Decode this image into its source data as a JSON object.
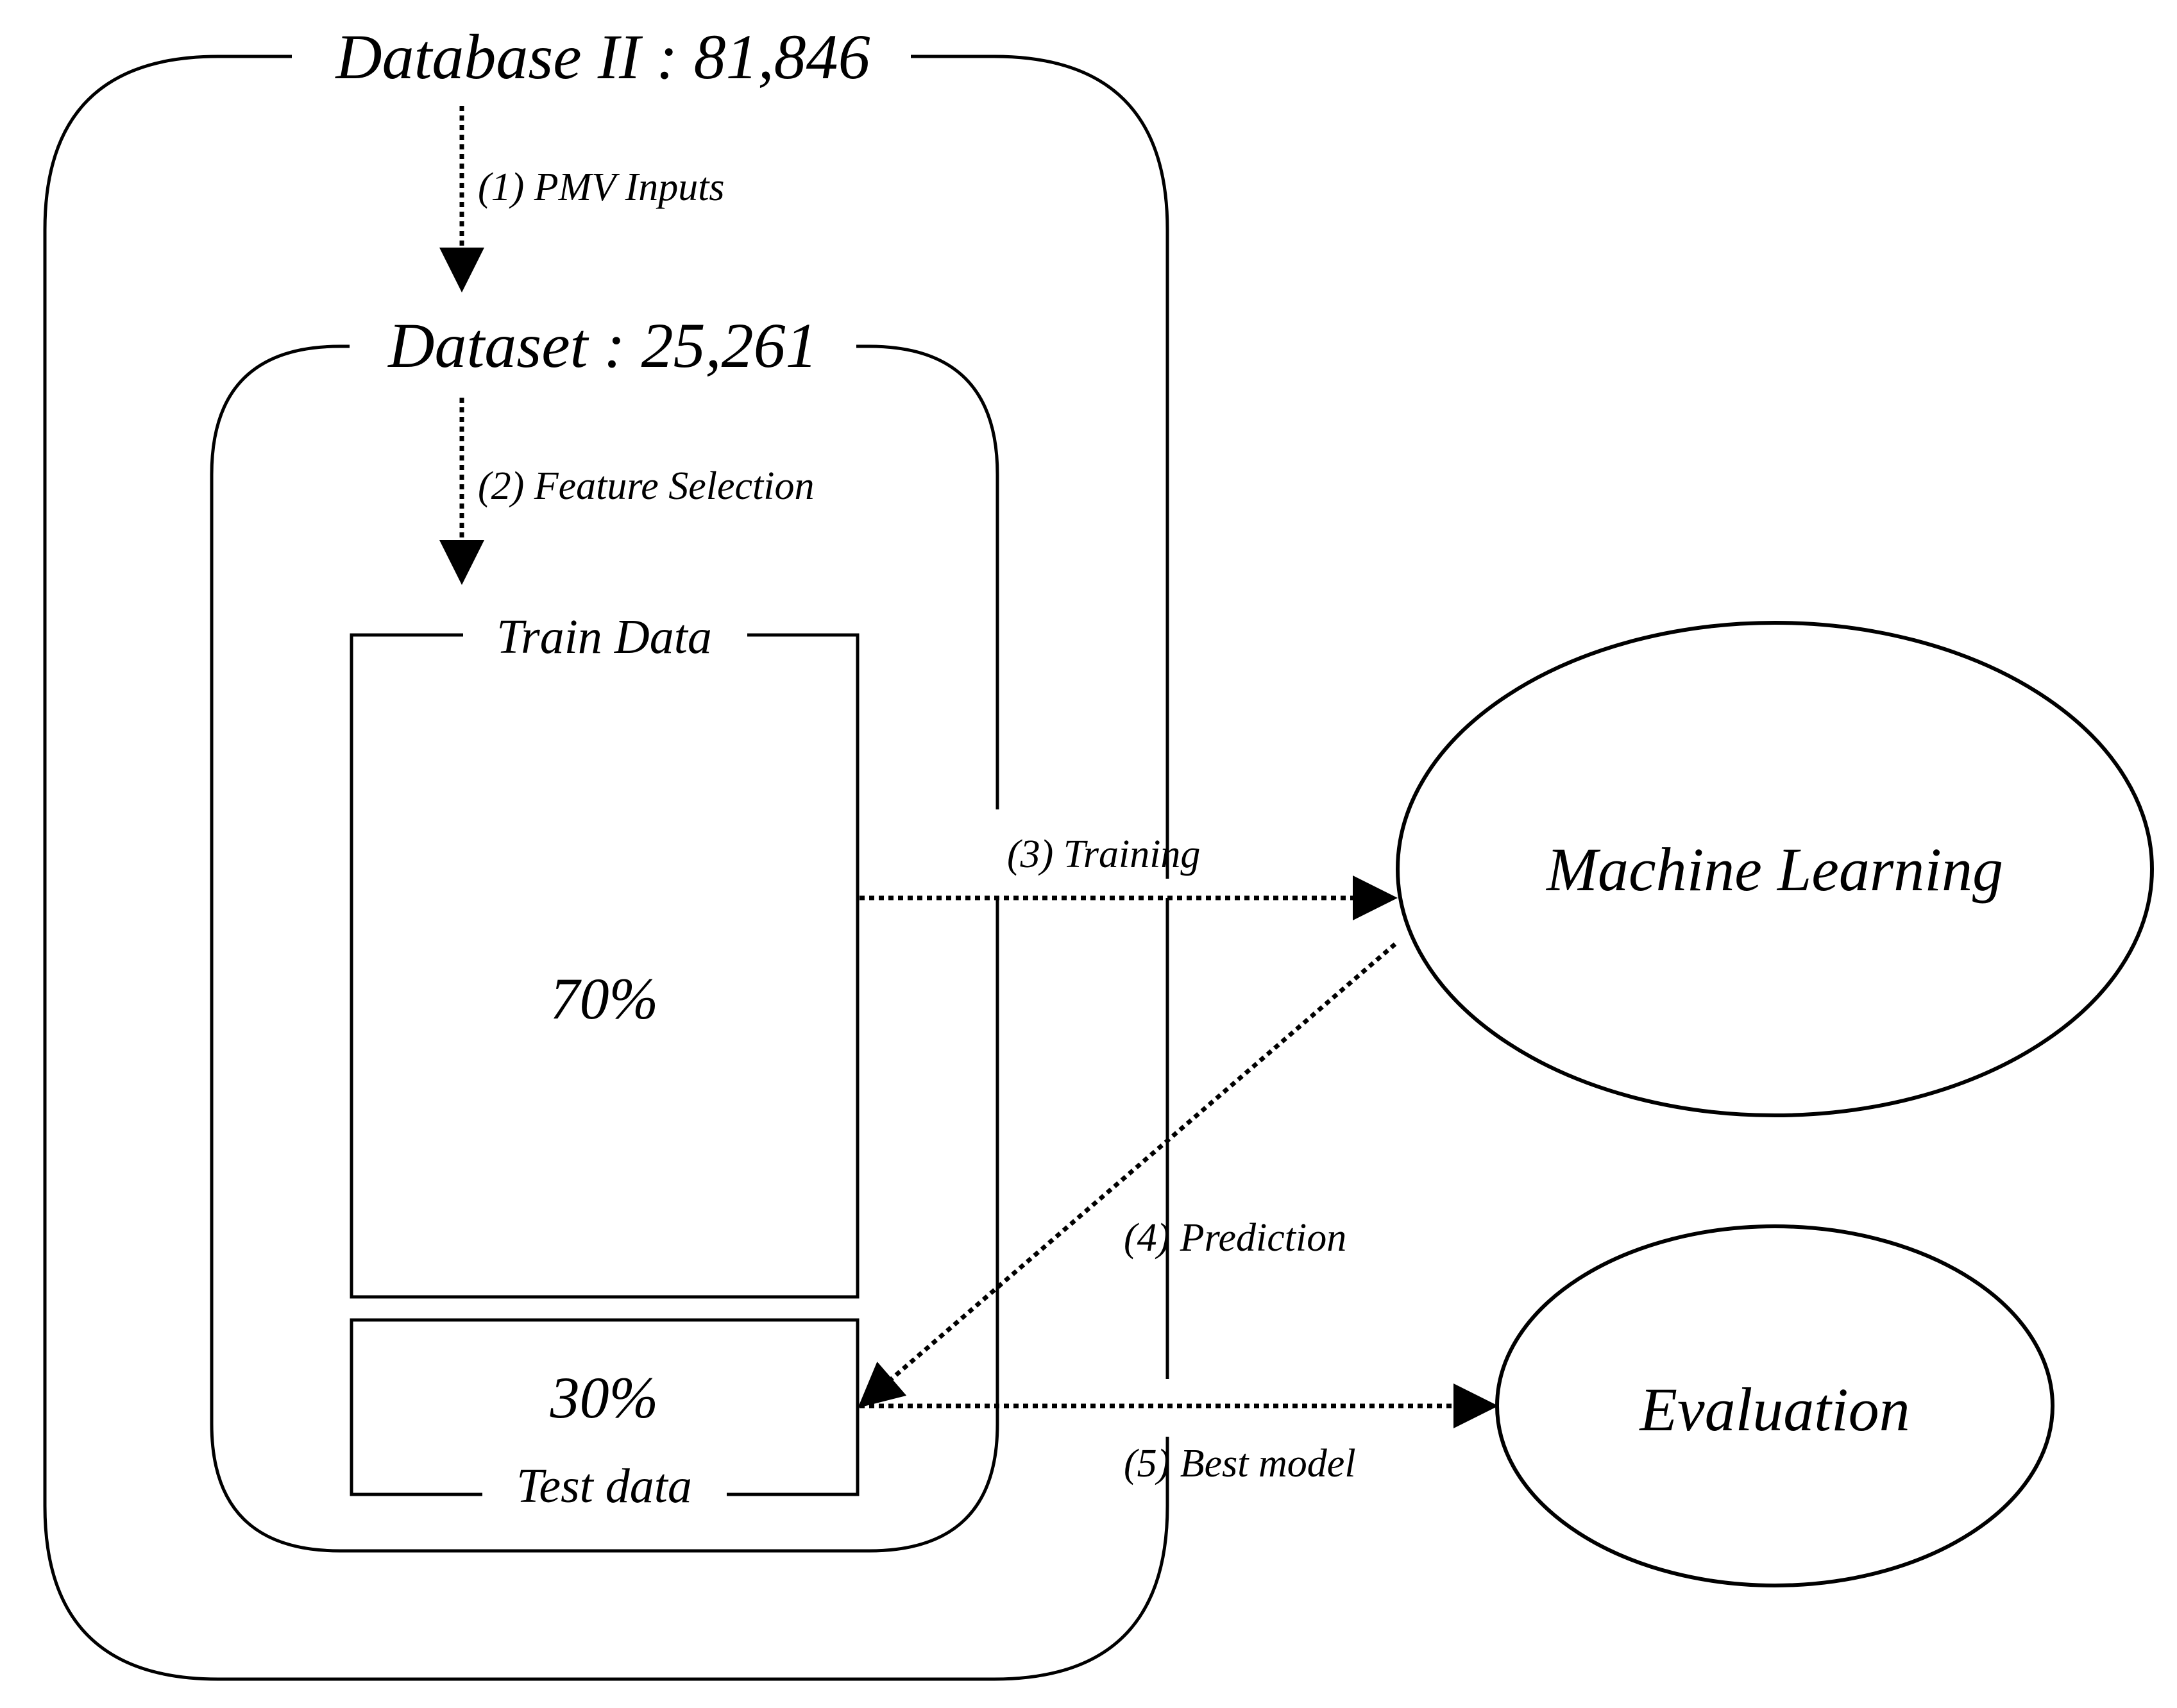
{
  "database": {
    "title": "Database II : 81,846"
  },
  "dataset": {
    "title": "Dataset : 25,261"
  },
  "split": {
    "train": {
      "label": "Train Data",
      "percent": "70%"
    },
    "test": {
      "label": "Test data",
      "percent": "30%"
    }
  },
  "nodes": {
    "machine_learning": "Machine Learning",
    "evaluation": "Evaluation"
  },
  "steps": {
    "pmv_inputs": "(1) PMV Inputs",
    "feature_selection": "(2) Feature Selection",
    "training": "(3) Training",
    "prediction": "(4) Prediction",
    "best_model": "(5) Best model"
  },
  "colors": {
    "stroke": "#000000",
    "background": "#ffffff"
  }
}
